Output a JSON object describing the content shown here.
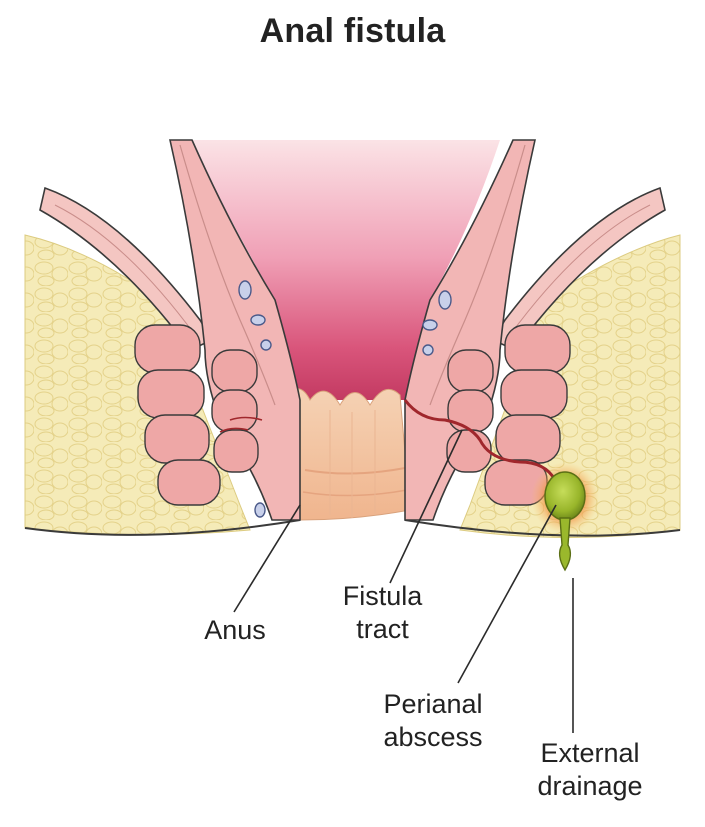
{
  "title": "Anal fistula",
  "labels": {
    "anus": "Anus",
    "fistula_tract": [
      "Fistula",
      "tract"
    ],
    "perianal_abscess": [
      "Perianal",
      "abscess"
    ],
    "external_drainage": [
      "External",
      "drainage"
    ]
  },
  "colors": {
    "fat": "#f3e7ad",
    "muscle": "#eea7a6",
    "mucosa": "#e58ca3",
    "canal": "#f2c7a6",
    "abscess": "#9ab82c",
    "tract": "#a0272c"
  }
}
